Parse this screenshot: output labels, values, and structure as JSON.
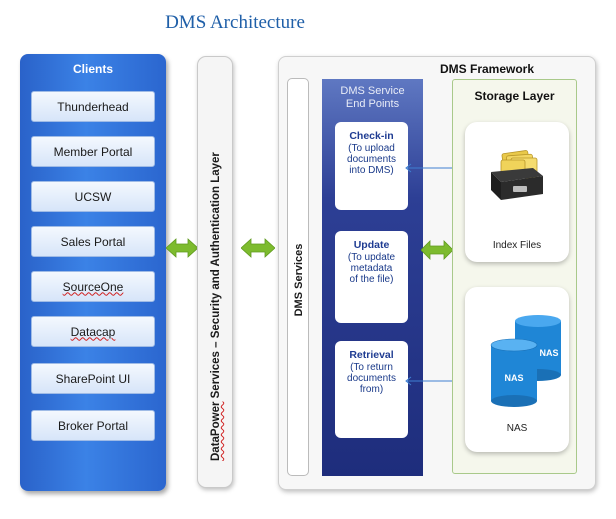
{
  "title": "DMS Architecture",
  "clients": {
    "title": "Clients",
    "items": [
      {
        "label": "Thunderhead",
        "squiggle": false
      },
      {
        "label": "Member Portal",
        "squiggle": false
      },
      {
        "label": "UCSW",
        "squiggle": false
      },
      {
        "label": "Sales Portal",
        "squiggle": false
      },
      {
        "label": "SourceOne",
        "squiggle": true
      },
      {
        "label": "Datacap",
        "squiggle": true
      },
      {
        "label": "SharePoint UI",
        "squiggle": false
      },
      {
        "label": "Broker Portal",
        "squiggle": false
      }
    ]
  },
  "datapower": {
    "label_prefix": "DataPower",
    "label_suffix": " Services – Security and Authentication Layer"
  },
  "framework": {
    "title": "DMS Framework",
    "services_label": "DMS Services",
    "endpoints": {
      "title_line1": "DMS Service",
      "title_line2": "End Points",
      "items": [
        {
          "name": "Check-in",
          "lines": [
            "(To upload",
            "documents",
            "into DMS)"
          ]
        },
        {
          "name": "Update",
          "lines": [
            "(To update",
            "metadata",
            "of the file)"
          ]
        },
        {
          "name": "Retrieval",
          "lines": [
            "(To return",
            "documents",
            "from)"
          ]
        }
      ]
    },
    "storage": {
      "title": "Storage Layer",
      "index_label": "Index Files",
      "nas_label": "NAS",
      "cylinder_label": "NAS"
    }
  },
  "colors": {
    "clients_blue": "#2f6fd8",
    "endpoints_navy": "#24348a",
    "arrow_green": "#7dbb2e",
    "connector_blue": "#3f7fd1",
    "nas_blue": "#1f86d6"
  }
}
